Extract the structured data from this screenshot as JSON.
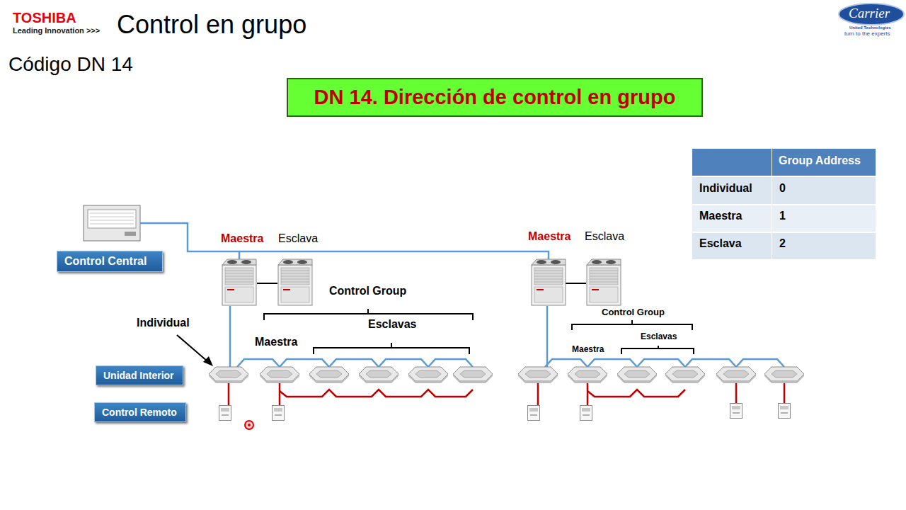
{
  "diagram": {
    "title": "Control en grupo",
    "nodes": [
      {
        "text": [
          "DN 14. Dirección de control en grupo"
        ]
      },
      {
        "text": [
          "Control Central"
        ]
      },
      {
        "text": [
          "Unidad Interior"
        ]
      },
      {
        "text": [
          "Control Remoto"
        ]
      }
    ],
    "labels": [
      "TOSHIBA",
      "Leading Innovation >>>",
      "Código DN 14",
      "Carrier",
      "United Technologies",
      "turn to the experts",
      "Group Address",
      "Individual",
      "0",
      "Maestra",
      "1",
      "Esclava",
      "2",
      "Maestra",
      "Esclava",
      "Maestra",
      "Esclava",
      "Control Group",
      "Individual",
      "Maestra",
      "Esclavas",
      "Control Group",
      "Maestra",
      "Esclavas"
    ]
  }
}
